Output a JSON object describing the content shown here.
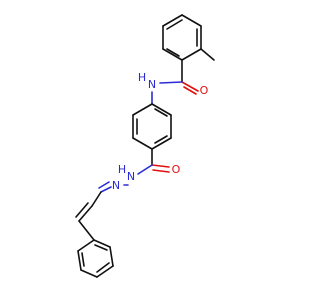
{
  "molecule": {
    "atoms": {
      "amide_n_label": "N",
      "amide_h_label": "H",
      "amide_o_label": "O",
      "hydrazide_o_label": "O",
      "hydrazide_n1_label": "N",
      "hydrazide_n1_h_label": "H",
      "imine_n_label": "N"
    },
    "colors": {
      "carbon": "#111111",
      "nitrogen": "#2b2bd6",
      "oxygen": "#e01010",
      "background": "#ffffff"
    }
  }
}
